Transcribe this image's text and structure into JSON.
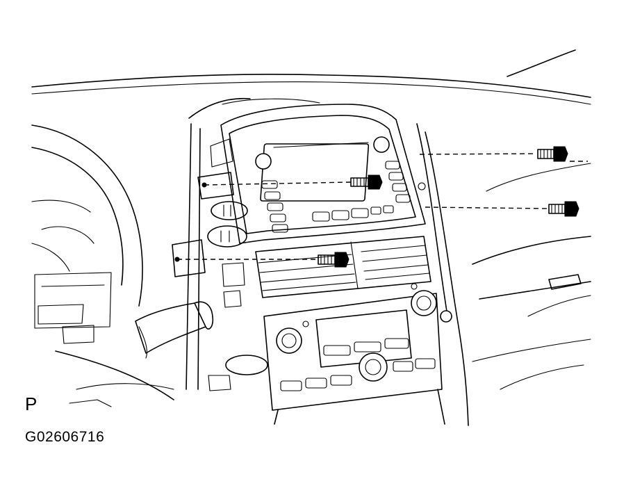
{
  "view_label": "P",
  "figure_code": "G02606716",
  "colors": {
    "line": "#000000",
    "background": "#ffffff"
  },
  "parts": [
    "dashboard",
    "instrument-cluster",
    "steering-column",
    "center-cluster-panel",
    "navigation-display",
    "air-vent",
    "climate-control-panel",
    "glove-box",
    "mounting-bolt"
  ]
}
